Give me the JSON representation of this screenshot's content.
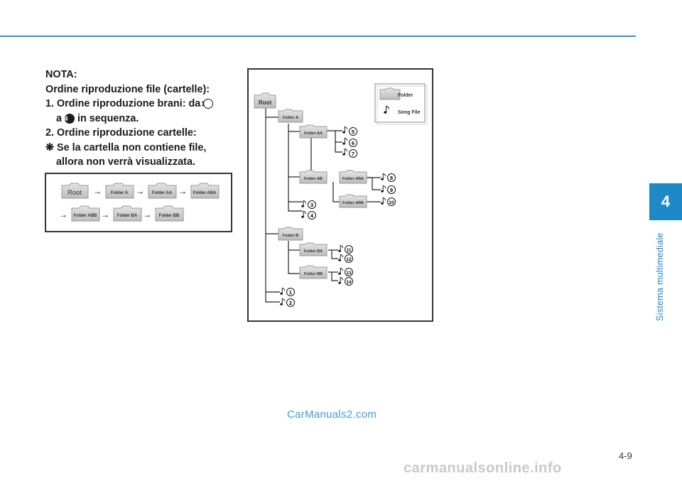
{
  "chapter": {
    "number": "4",
    "title": "Sistema multimediale"
  },
  "note": {
    "heading": "NOTA:",
    "subheading": "Ordine riproduzione file (cartelle):",
    "item1_prefix": "1. Ordine riproduzione brani: da",
    "item1_from": "1",
    "item1_mid": "a",
    "item1_to": "14",
    "item1_suffix": "in sequenza.",
    "item2": "2. Ordine riproduzione cartelle:",
    "item3": "❋ Se la cartella non contiene file, allora non verrà visualizzata."
  },
  "order_diagram": {
    "row1": [
      "Root",
      "Folder A",
      "Folder AA",
      "Folder ABA"
    ],
    "row2": [
      "Folder ABB",
      "Folder BA",
      "Folder BB"
    ]
  },
  "tree_diagram": {
    "legend": {
      "folder": "Folder",
      "song": "Song File"
    },
    "folders": {
      "root": "Root",
      "a": "Folder A",
      "aa": "Folder AA",
      "ab": "Folder AB",
      "aba": "Folder ABA",
      "abb": "Folder ABB",
      "b": "Folder B",
      "ba": "Folder BA",
      "bb": "Folder BB"
    },
    "songs": [
      "1",
      "2",
      "3",
      "4",
      "5",
      "6",
      "7",
      "8",
      "9",
      "10",
      "11",
      "12",
      "13",
      "14"
    ]
  },
  "watermark": "CarManuals2.com",
  "page_number": "4-9",
  "footer_watermark": "carmanualsonline.info"
}
